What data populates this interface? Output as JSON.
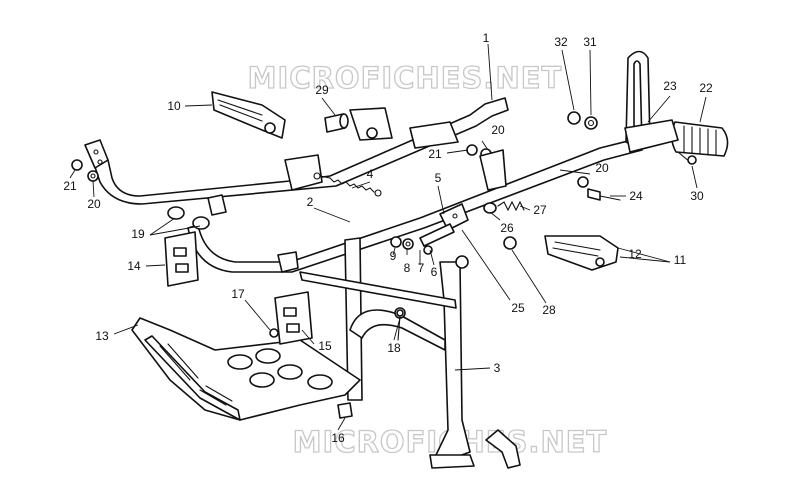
{
  "watermark": {
    "top_text": "MICROFICHES.NET",
    "bottom_text": "MICROFICHES.NET"
  },
  "callouts": {
    "c1": "1",
    "c2": "2",
    "c3": "3",
    "c4": "4",
    "c5": "5",
    "c6": "6",
    "c7": "7",
    "c8": "8",
    "c9": "9",
    "c10": "10",
    "c11": "11",
    "c12": "12",
    "c13": "13",
    "c14": "14",
    "c15": "15",
    "c16": "16",
    "c17": "17",
    "c18": "18",
    "c19": "19",
    "c20a": "20",
    "c20b": "20",
    "c20c": "20",
    "c21a": "21",
    "c21b": "21",
    "c22": "22",
    "c23": "23",
    "c24": "24",
    "c25": "25",
    "c26": "26",
    "c27": "27",
    "c28": "28",
    "c29": "29",
    "c30": "30",
    "c31": "31",
    "c32": "32"
  }
}
